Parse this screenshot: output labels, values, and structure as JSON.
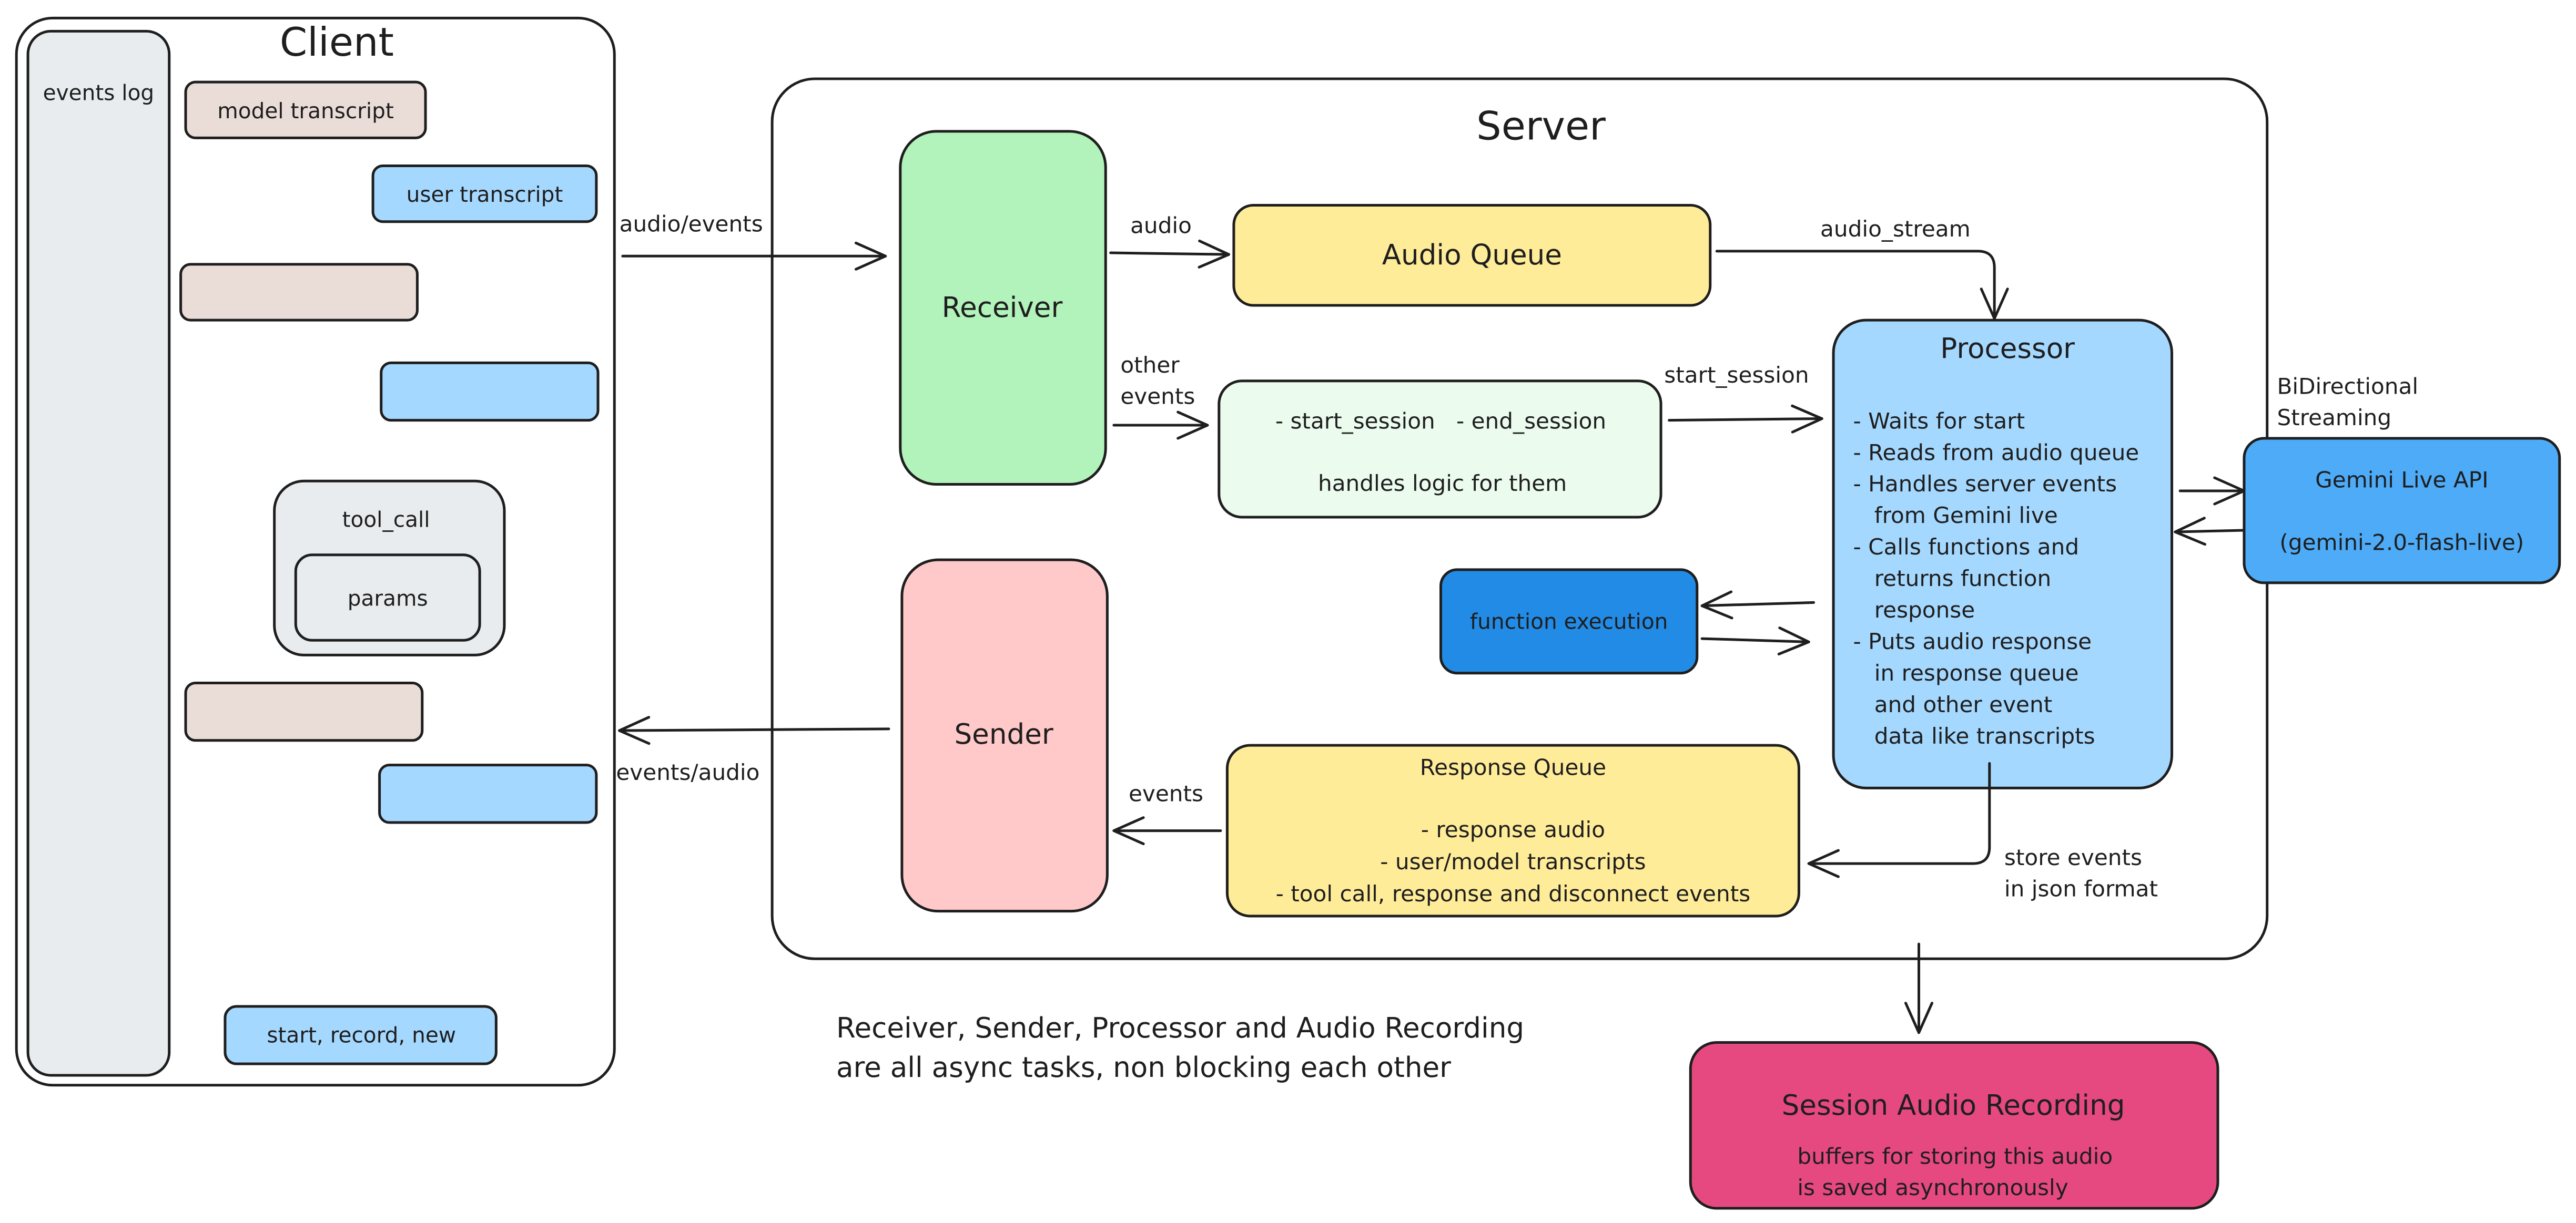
{
  "client": {
    "title": "Client",
    "events_log": "events log",
    "model_transcript": "model transcript",
    "user_transcript": "user transcript",
    "tool_call": "tool_call",
    "params": "params",
    "controls": "start, record, new"
  },
  "server": {
    "title": "Server",
    "receiver": "Receiver",
    "sender": "Sender",
    "audio_queue": "Audio Queue",
    "session_events": {
      "line1": "- start_session   - end_session",
      "line2": "handles logic for them"
    },
    "processor": {
      "title": "Processor",
      "lines": [
        "- Waits for start",
        "- Reads from audio queue",
        "- Handles server events",
        "   from Gemini live",
        "- Calls functions and",
        "   returns function",
        "   response",
        "- Puts audio response",
        "   in response queue",
        "   and other event",
        "   data like transcripts"
      ]
    },
    "function_execution": "function execution",
    "response_queue": {
      "title": "Response Queue",
      "lines": [
        "- response audio",
        "- user/model transcripts",
        "- tool call, response and disconnect events"
      ]
    }
  },
  "gemini": {
    "name": "Gemini Live API",
    "model": "(gemini-2.0-flash-live)",
    "streaming_label": [
      "BiDirectional",
      "Streaming"
    ]
  },
  "edges": {
    "audio_events": "audio/events",
    "events_audio": "events/audio",
    "audio": "audio",
    "other_events": [
      "other",
      "events"
    ],
    "audio_stream": "audio_stream",
    "start_session": "start_session",
    "events": "events",
    "store_events": [
      "store events",
      "in json format"
    ]
  },
  "note": [
    "Receiver, Sender, Processor and Audio Recording",
    "are all async tasks, non blocking each other"
  ],
  "recording": {
    "title": "Session Audio Recording",
    "lines": [
      "buffers for storing this audio",
      "is saved asynchronously"
    ]
  },
  "colors": {
    "events_log": "#e9ecef",
    "model_transcript": "#eaddd7",
    "user_transcript": "#a5d8ff",
    "tool_call": "#e9ecef",
    "receiver": "#b2f2bb",
    "sender": "#ffc9c9",
    "audio_queue": "#ffec99",
    "session_events": "#ebfbee",
    "processor": "#a5d8ff",
    "function_execution": "#228be6",
    "response_queue": "#ffec99",
    "gemini": "#4dabf7",
    "recording": "#e64980"
  }
}
